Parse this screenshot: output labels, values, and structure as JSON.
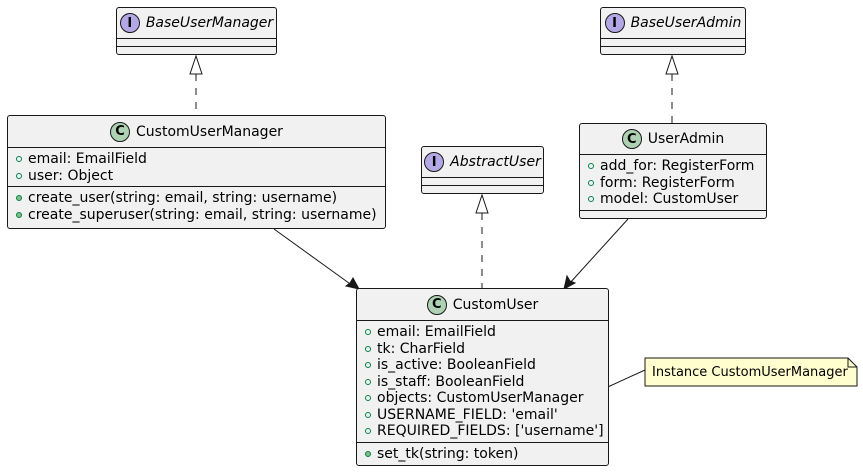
{
  "classes": {
    "base_user_manager": {
      "stereotype": "I",
      "name": "BaseUserManager"
    },
    "base_user_admin": {
      "stereotype": "I",
      "name": "BaseUserAdmin"
    },
    "abstract_user": {
      "stereotype": "I",
      "name": "AbstractUser"
    },
    "custom_user_manager": {
      "stereotype": "C",
      "name": "CustomUserManager",
      "fields": [
        "email: EmailField",
        "user: Object"
      ],
      "methods": [
        "create_user(string: email, string: username)",
        "create_superuser(string: email, string: username)"
      ]
    },
    "user_admin": {
      "stereotype": "C",
      "name": "UserAdmin",
      "fields": [
        "add_for: RegisterForm",
        "form: RegisterForm",
        "model: CustomUser"
      ]
    },
    "custom_user": {
      "stereotype": "C",
      "name": "CustomUser",
      "fields": [
        "email: EmailField",
        "tk: CharField",
        "is_active: BooleanField",
        "is_staff: BooleanField",
        "objects: CustomUserManager",
        "USERNAME_FIELD: 'email'",
        "REQUIRED_FIELDS: ['username']"
      ],
      "methods": [
        "set_tk(string: token)"
      ]
    }
  },
  "note": {
    "text": "Instance CustomUserManager"
  },
  "colors": {
    "class_fill": "#f1f1f1",
    "class_badge": "#add1b2",
    "interface_badge": "#b4a7e5",
    "note_fill": "#fefece",
    "line": "#181818"
  }
}
